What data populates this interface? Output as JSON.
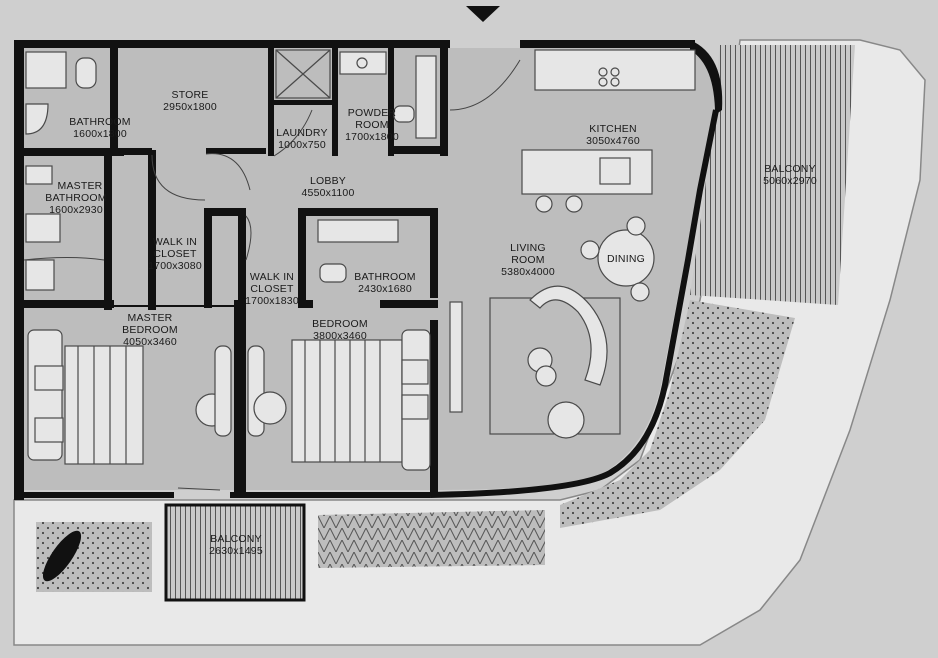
{
  "colors": {
    "background": "#cfcfcf",
    "interior": "#bdbdbd",
    "terrace": "#e9e9e9",
    "wall": "#111111",
    "furniture": "#e6e6e6"
  },
  "rooms": {
    "bathroom": {
      "name": "BATHROOM",
      "size": "1600x1800"
    },
    "store": {
      "name": "STORE",
      "size": "2950x1800"
    },
    "laundry": {
      "name": "LAUNDRY",
      "size": "1000x750"
    },
    "powder_room": {
      "name_line1": "POWDER",
      "name_line2": "ROOM",
      "size": "1700x1800"
    },
    "kitchen": {
      "name": "KITCHEN",
      "size": "3050x4760"
    },
    "balcony_east": {
      "name": "BALCONY",
      "size": "5060x2970"
    },
    "lobby": {
      "name": "LOBBY",
      "size": "4550x1100"
    },
    "master_bathroom": {
      "name_line1": "MASTER",
      "name_line2": "BATHROOM",
      "size": "1600x2930"
    },
    "walk_in_closet_1": {
      "name_line1": "WALK IN",
      "name_line2": "CLOSET",
      "size": "1700x3080"
    },
    "walk_in_closet_2": {
      "name_line1": "WALK IN",
      "name_line2": "CLOSET",
      "size": "1700x1830"
    },
    "bathroom_2": {
      "name": "BATHROOM",
      "size": "2430x1680"
    },
    "living_room": {
      "name_line1": "LIVING",
      "name_line2": "ROOM",
      "size": "5380x4000"
    },
    "dining": {
      "name": "DINING"
    },
    "master_bedroom": {
      "name_line1": "MASTER",
      "name_line2": "BEDROOM",
      "size": "4050x3460"
    },
    "bedroom": {
      "name": "BEDROOM",
      "size": "3800x3460"
    },
    "balcony_south": {
      "name": "BALCONY",
      "size": "2630x1495"
    }
  }
}
